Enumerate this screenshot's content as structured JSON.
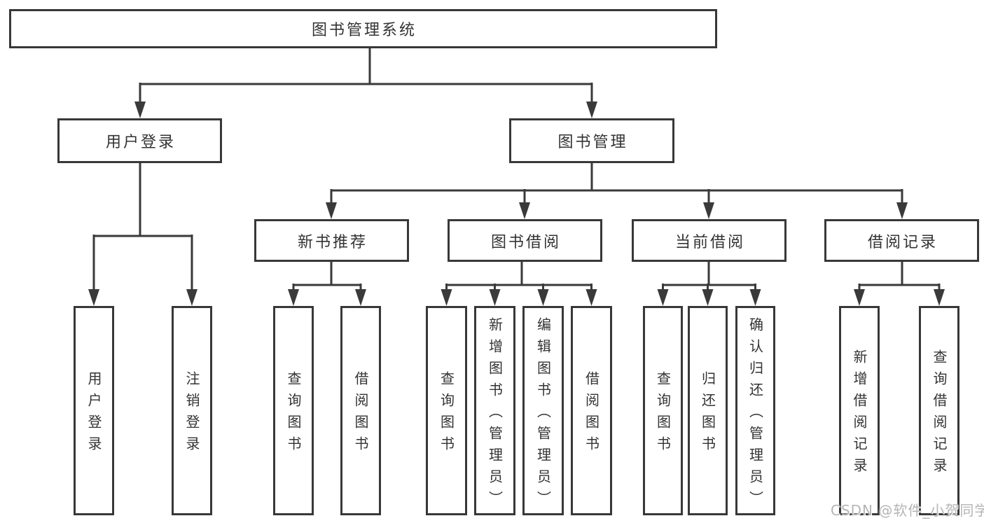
{
  "diagram": {
    "title": "图书管理系统",
    "branches": [
      {
        "label": "用户登录",
        "children": [
          {
            "label": "用户登录"
          },
          {
            "label": "注销登录"
          }
        ]
      },
      {
        "label": "图书管理",
        "children": [
          {
            "label": "新书推荐",
            "children": [
              {
                "label": "查询图书"
              },
              {
                "label": "借阅图书"
              }
            ]
          },
          {
            "label": "图书借阅",
            "children": [
              {
                "label": "查询图书"
              },
              {
                "label": "新增图书（管理员）"
              },
              {
                "label": "编辑图书（管理员）"
              },
              {
                "label": "借阅图书"
              }
            ]
          },
          {
            "label": "当前借阅",
            "children": [
              {
                "label": "查询图书"
              },
              {
                "label": "归还图书"
              },
              {
                "label": "确认归还（管理员）"
              }
            ]
          },
          {
            "label": "借阅记录",
            "children": [
              {
                "label": "新增借阅记录"
              },
              {
                "label": "查询借阅记录"
              }
            ]
          }
        ]
      }
    ]
  },
  "watermark": {
    "text": "CSDN @软件_小贺同学"
  },
  "colors": {
    "line": "#3a3a3a",
    "border": "#383838",
    "text": "#333333",
    "watermark": "#b5b5b5",
    "background": "#ffffff"
  }
}
